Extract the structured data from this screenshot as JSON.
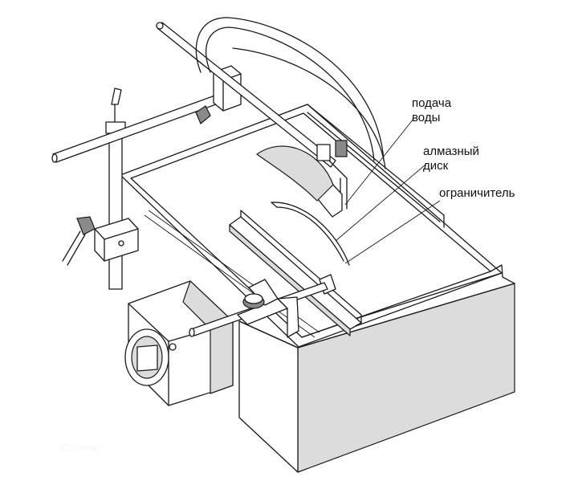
{
  "labels": {
    "water_feed_line1": "подача",
    "water_feed_line2": "воды",
    "diamond_disk_line1": "алмазный",
    "diamond_disk_line2": "диск",
    "limiter": "ограничитель"
  },
  "watermark": "Станок"
}
